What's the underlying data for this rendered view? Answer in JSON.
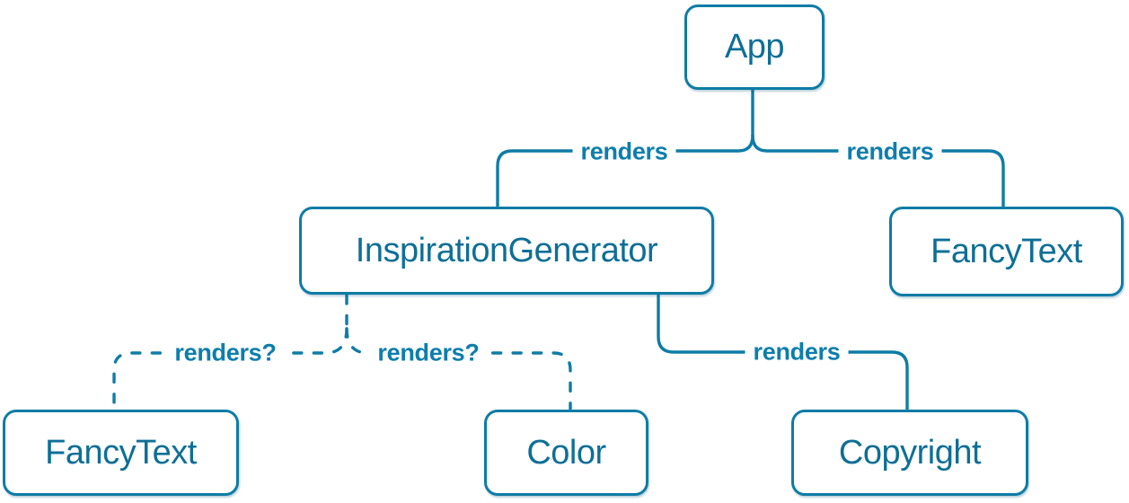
{
  "colors": {
    "background": "#ffffff",
    "line": "#0e7ca6",
    "node_fill": "#ffffff",
    "node_text": "#0e6f96",
    "label_text": "#0d7eac"
  },
  "diagram": {
    "type": "component-tree",
    "nodes": [
      {
        "id": "app",
        "label": "App"
      },
      {
        "id": "inspiration-generator",
        "label": "InspirationGenerator"
      },
      {
        "id": "fancy-text-top",
        "label": "FancyText"
      },
      {
        "id": "fancy-text-bottom",
        "label": "FancyText"
      },
      {
        "id": "color",
        "label": "Color"
      },
      {
        "id": "copyright",
        "label": "Copyright"
      }
    ],
    "edges": [
      {
        "from": "App",
        "to": "InspirationGenerator",
        "label": "renders",
        "style": "solid"
      },
      {
        "from": "App",
        "to": "FancyText",
        "label": "renders",
        "style": "solid"
      },
      {
        "from": "InspirationGenerator",
        "to": "FancyText",
        "label": "renders?",
        "style": "dashed"
      },
      {
        "from": "InspirationGenerator",
        "to": "Color",
        "label": "renders?",
        "style": "dashed"
      },
      {
        "from": "InspirationGenerator",
        "to": "Copyright",
        "label": "renders",
        "style": "solid"
      }
    ]
  }
}
